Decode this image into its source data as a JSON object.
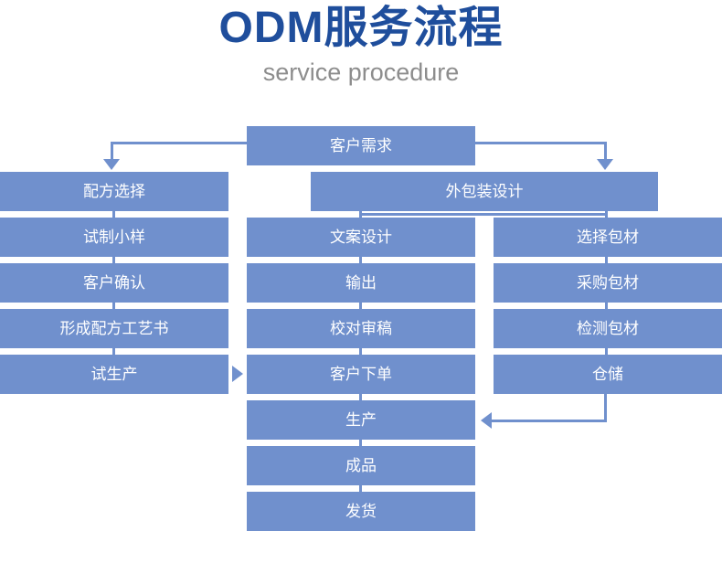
{
  "header": {
    "title": "ODM服务流程",
    "subtitle": "service procedure",
    "title_color": "#1f4e9c",
    "subtitle_color": "#8d8d8d"
  },
  "theme": {
    "node_fill": "#7090cd",
    "node_text": "#ffffff",
    "connector": "#7090cd",
    "background": "#ffffff"
  },
  "flow": {
    "start": {
      "label": "客户需求"
    },
    "branches": [
      {
        "name": "formula-branch",
        "steps": [
          {
            "label": "配方选择"
          },
          {
            "label": "试制小样"
          },
          {
            "label": "客户确认"
          },
          {
            "label": "形成配方工艺书"
          },
          {
            "label": "试生产"
          }
        ]
      },
      {
        "name": "packaging-design-branch",
        "header": {
          "label": "外包装设计"
        },
        "steps": [
          {
            "label": "文案设计"
          },
          {
            "label": "输出"
          },
          {
            "label": "校对审稿"
          },
          {
            "label": "客户下单"
          }
        ]
      },
      {
        "name": "packaging-material-branch",
        "steps": [
          {
            "label": "选择包材"
          },
          {
            "label": "采购包材"
          },
          {
            "label": "检测包材"
          },
          {
            "label": "仓储"
          }
        ]
      }
    ],
    "tail": [
      {
        "label": "生产"
      },
      {
        "label": "成品"
      },
      {
        "label": "发货"
      }
    ]
  }
}
